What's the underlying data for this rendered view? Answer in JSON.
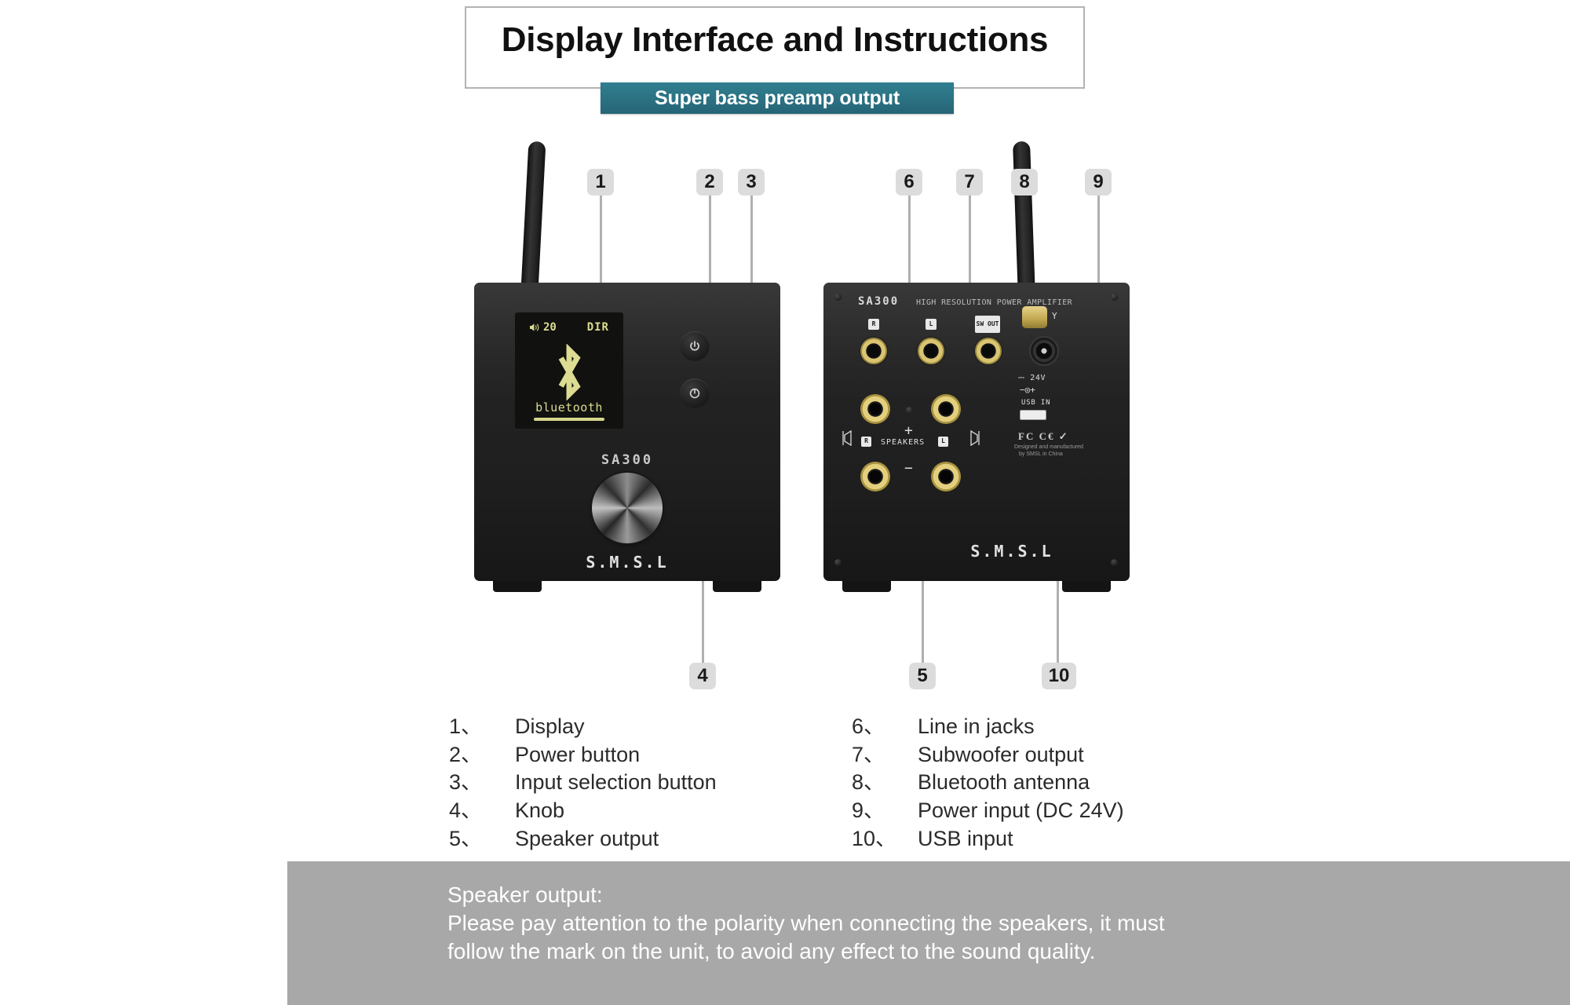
{
  "header": {
    "title": "Display Interface and Instructions",
    "subtitle": "Super bass preamp output"
  },
  "callouts": [
    {
      "id": "1",
      "label": "1"
    },
    {
      "id": "2",
      "label": "2"
    },
    {
      "id": "3",
      "label": "3"
    },
    {
      "id": "4",
      "label": "4"
    },
    {
      "id": "5",
      "label": "5"
    },
    {
      "id": "6",
      "label": "6"
    },
    {
      "id": "7",
      "label": "7"
    },
    {
      "id": "8",
      "label": "8"
    },
    {
      "id": "9",
      "label": "9"
    },
    {
      "id": "10",
      "label": "10"
    }
  ],
  "front_unit": {
    "display": {
      "volume": "20",
      "source": "DIR",
      "mode_label": "bluetooth",
      "icon": "bluetooth-icon",
      "volume_icon": "speaker-icon"
    },
    "power_button_icon": "power-icon",
    "input_button_icon": "input-select-icon",
    "model": "SA300",
    "brand": "S.M.S.L"
  },
  "rear_unit": {
    "model": "SA300",
    "description": "HIGH RESOLUTION POWER AMPLIFIER",
    "line_in": {
      "right": "R",
      "left": "L"
    },
    "sub_out": "SW OUT",
    "speakers": {
      "label": "SPEAKERS",
      "plus": "+",
      "minus": "−",
      "right": "R",
      "left": "L"
    },
    "power": {
      "voltage": "24V",
      "dc_symbol": "⎓"
    },
    "usb": "USB IN",
    "certs": "FC C€ ✓",
    "cert_note_line1": "Designed and manufactured",
    "cert_note_line2": "by SMSL in China",
    "brand": "S.M.S.L"
  },
  "legend": {
    "left_column": [
      {
        "num": "1、",
        "label": "Display"
      },
      {
        "num": "2、",
        "label": "Power button"
      },
      {
        "num": "3、",
        "label": "Input selection button"
      },
      {
        "num": "4、",
        "label": "Knob"
      },
      {
        "num": "5、",
        "label": "Speaker output"
      }
    ],
    "right_column": [
      {
        "num": "6、",
        "label": "Line in jacks"
      },
      {
        "num": "7、",
        "label": "Subwoofer output"
      },
      {
        "num": "8、",
        "label": "Bluetooth antenna"
      },
      {
        "num": "9、",
        "label": "Power input (DC 24V)"
      },
      {
        "num": "10、",
        "label": "USB input"
      }
    ]
  },
  "note": {
    "heading": "Speaker output:",
    "body": "Please pay attention to the polarity when connecting the speakers, it must follow the mark on the unit, to avoid any effect to the sound quality."
  },
  "colors": {
    "banner_teal": "#2b7182",
    "note_gray": "#a8a8a8",
    "badge_gray": "#dcdcdc",
    "display_amber": "#dcdc92"
  }
}
